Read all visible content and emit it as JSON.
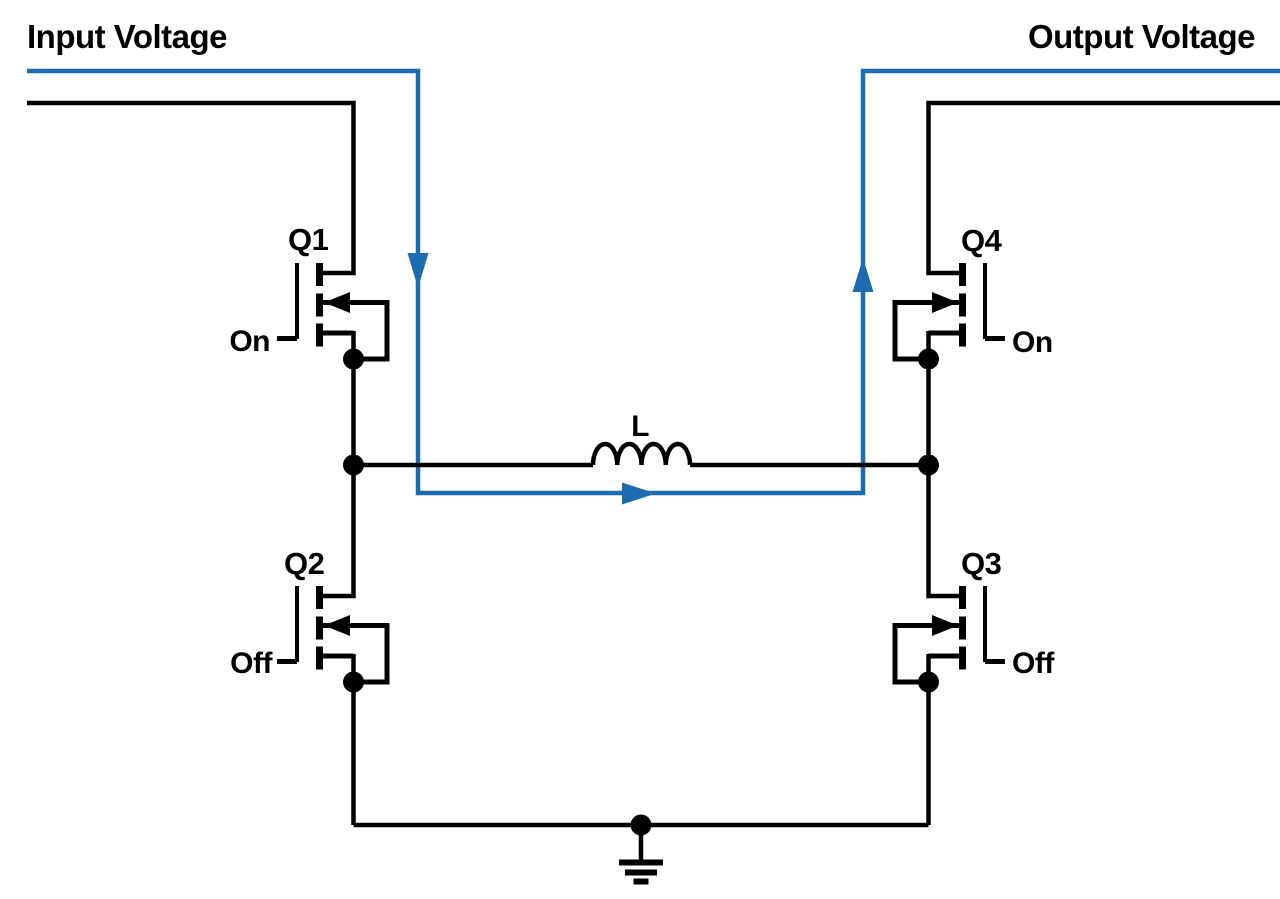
{
  "diagram": {
    "kind": "four-switch buck-boost power stage schematic",
    "input_label": "Input Voltage",
    "output_label": "Output Voltage",
    "inductor": {
      "label": "L"
    },
    "transistors": [
      {
        "label": "Q1",
        "state": "On"
      },
      {
        "label": "Q2",
        "state": "Off"
      },
      {
        "label": "Q3",
        "state": "Off"
      },
      {
        "label": "Q4",
        "state": "On"
      }
    ],
    "icons": {
      "current_arrow_down": "filled-triangle-down",
      "current_arrow_right": "filled-triangle-right",
      "current_arrow_up": "filled-triangle-up",
      "ground": "earth-ground-symbol",
      "junction_dot": "filled-circle"
    },
    "colors": {
      "wire": "#000000",
      "text": "#000000",
      "current_path": "#1E6CB0",
      "background": "#FFFFFF"
    }
  }
}
